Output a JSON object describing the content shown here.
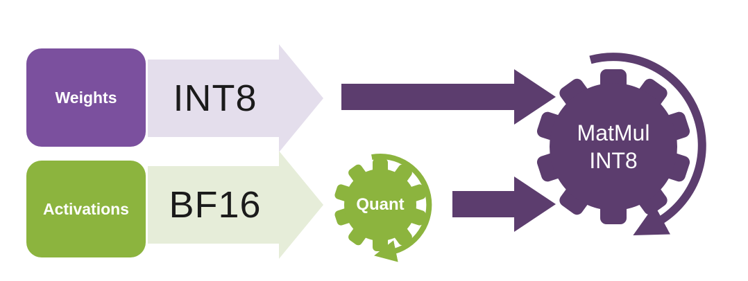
{
  "diagram": {
    "weights_box": {
      "label": "Weights",
      "color": "#7B509E"
    },
    "activations_box": {
      "label": "Activations",
      "color": "#8CB43E"
    },
    "int8_arrow": {
      "label": "INT8",
      "color": "#E4DEEC"
    },
    "bf16_arrow": {
      "label": "BF16",
      "color": "#E6EDD9"
    },
    "quant_gear": {
      "label": "Quant",
      "color": "#8CB43E"
    },
    "quant_loop_arrow": {
      "color": "#8CB43E"
    },
    "matmul_gear": {
      "label_line1": "MatMul",
      "label_line2": "INT8",
      "color": "#5C3D6E"
    },
    "matmul_loop_arrow": {
      "color": "#5C3D6E"
    },
    "flow_arrows": {
      "color": "#5C3D6E"
    }
  }
}
